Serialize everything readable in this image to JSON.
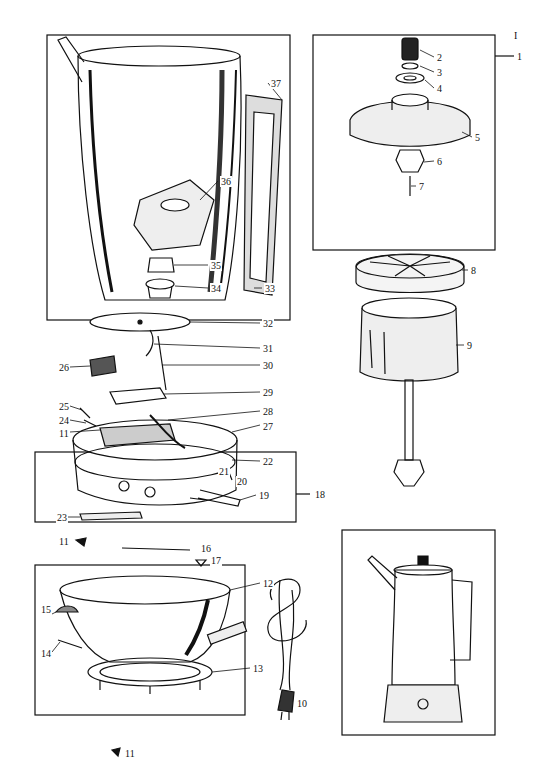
{
  "diagram": {
    "labels": [
      "I",
      "1",
      "2",
      "3",
      "4",
      "5",
      "6",
      "7",
      "8",
      "9",
      "37",
      "36",
      "35",
      "34",
      "33",
      "32",
      "31",
      "30",
      "26",
      "29",
      "28",
      "25",
      "24",
      "11",
      "27",
      "22",
      "21",
      "20",
      "19",
      "18",
      "23",
      "11",
      "16",
      "17",
      "12",
      "15",
      "14",
      "13",
      "10",
      "11"
    ]
  }
}
